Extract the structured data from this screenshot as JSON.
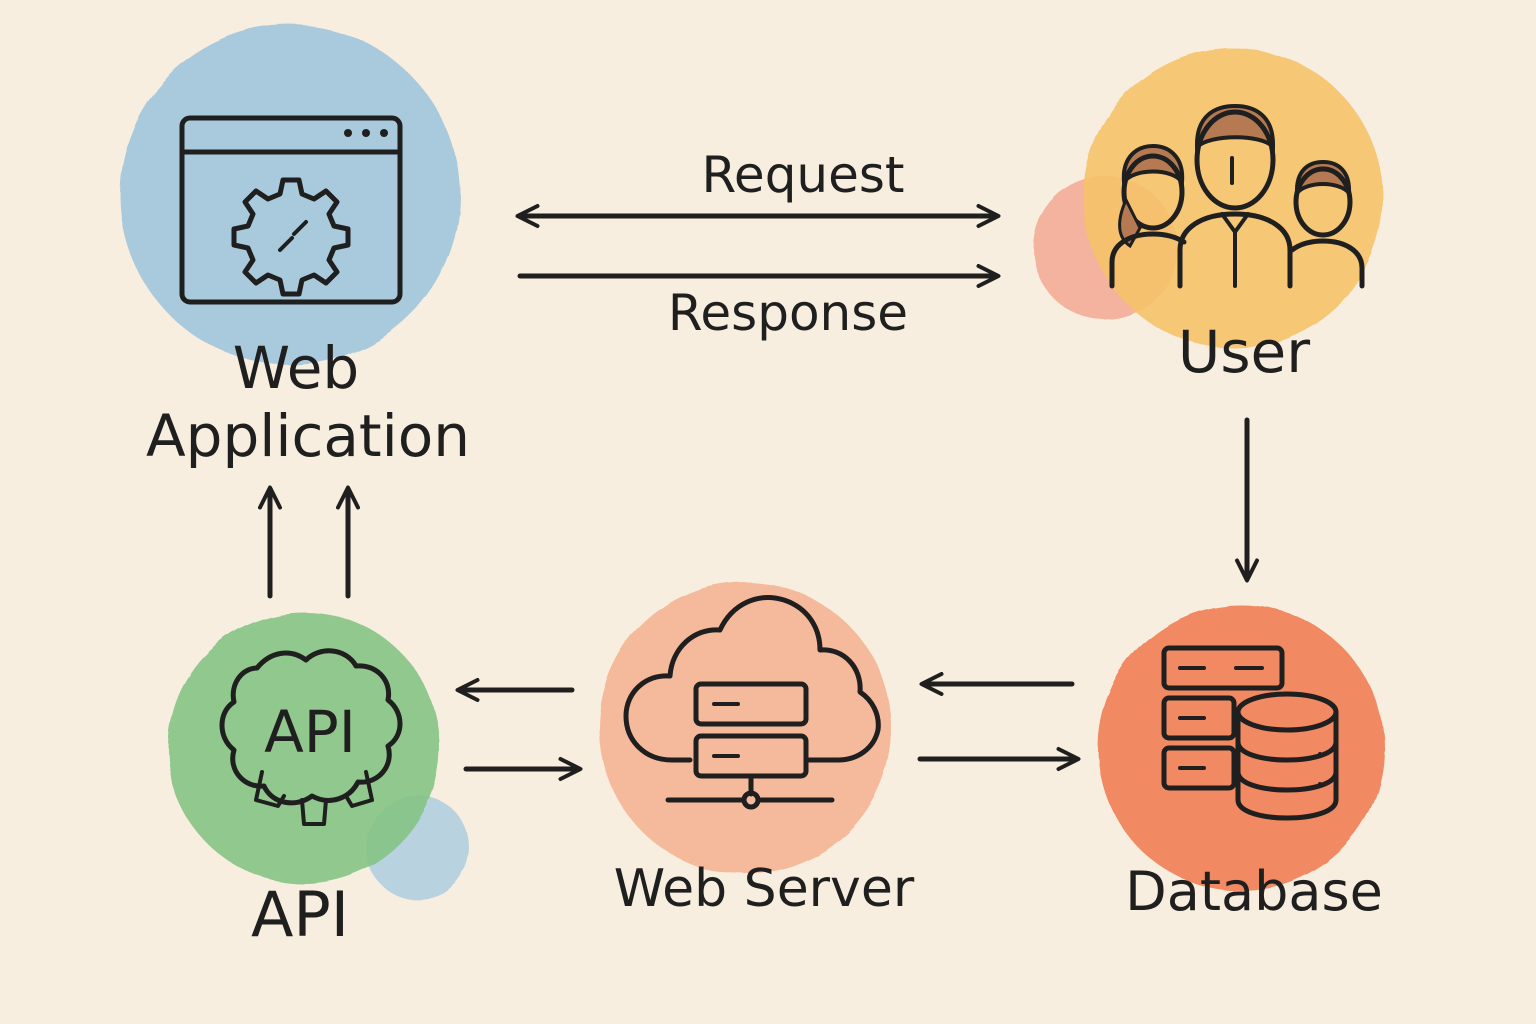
{
  "colors": {
    "background": "#f8eedf",
    "web_app": "#9cc4dc",
    "user": "#f6c36b",
    "user_accent": "#f2a58e",
    "api": "#86c486",
    "api_accent": "#a9cde0",
    "web_server": "#f5b191",
    "database": "#f17f55",
    "ink": "#1f1f1f"
  },
  "nodes": {
    "web_app": {
      "label_line1": "Web",
      "label_line2": "Application",
      "icon": "browser-gear-icon"
    },
    "user": {
      "label": "User",
      "icon": "users-group-icon"
    },
    "api": {
      "label": "API",
      "icon": "api-gear-icon",
      "icon_text": "API"
    },
    "web_server": {
      "label": "Web Server",
      "icon": "cloud-server-icon"
    },
    "database": {
      "label": "Database",
      "icon": "database-stack-icon"
    }
  },
  "edges": {
    "request_label": "Request",
    "response_label": "Response"
  }
}
